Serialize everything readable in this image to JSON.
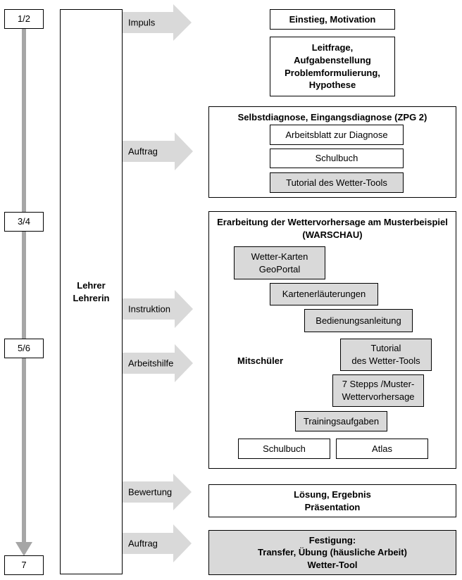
{
  "timeline": {
    "marks": [
      "1/2",
      "3/4",
      "5/6",
      "7"
    ],
    "color": "#a6a6a6"
  },
  "teacher": {
    "label": "Lehrer\nLehrerin"
  },
  "arrows": {
    "impuls": "Impuls",
    "auftrag_1": "Auftrag",
    "instruktion": "Instruktion",
    "arbeitshilfe": "Arbeitshilfe",
    "bewertung": "Bewertung",
    "auftrag_2": "Auftrag"
  },
  "boxes": {
    "einstieg": "Einstieg, Motivation",
    "leitfrage": "Leitfrage,\nAufgabenstellung\nProblemformulierung,\nHypothese",
    "loesung": "Lösung, Ergebnis\nPräsentation",
    "festigung": "Festigung:\nTransfer, Übung (häusliche Arbeit)\nWetter-Tool"
  },
  "selbstdiagnose": {
    "title": "Selbstdiagnose, Eingangsdiagnose (ZPG 2)",
    "items": [
      "Arbeitsblatt zur  Diagnose",
      "Schulbuch",
      "Tutorial des Wetter-Tools"
    ]
  },
  "erarbeitung": {
    "title": "Erarbeitung der Wettervorhersage am Musterbeispiel\n(WARSCHAU)",
    "mitschueler": "Mitschüler",
    "items": [
      "Wetter-Karten\nGeoPortal",
      "Kartenerläuterungen",
      "Bedienungsanleitung",
      "Tutorial\ndes Wetter-Tools",
      "7 Stepps /Muster-\nWettervorhersage",
      "Trainingsaufgaben",
      "Schulbuch",
      "Atlas"
    ]
  },
  "colors": {
    "gray_fill": "#d9d9d9",
    "arrow_fill": "#d9d9d9",
    "border": "#000000"
  }
}
